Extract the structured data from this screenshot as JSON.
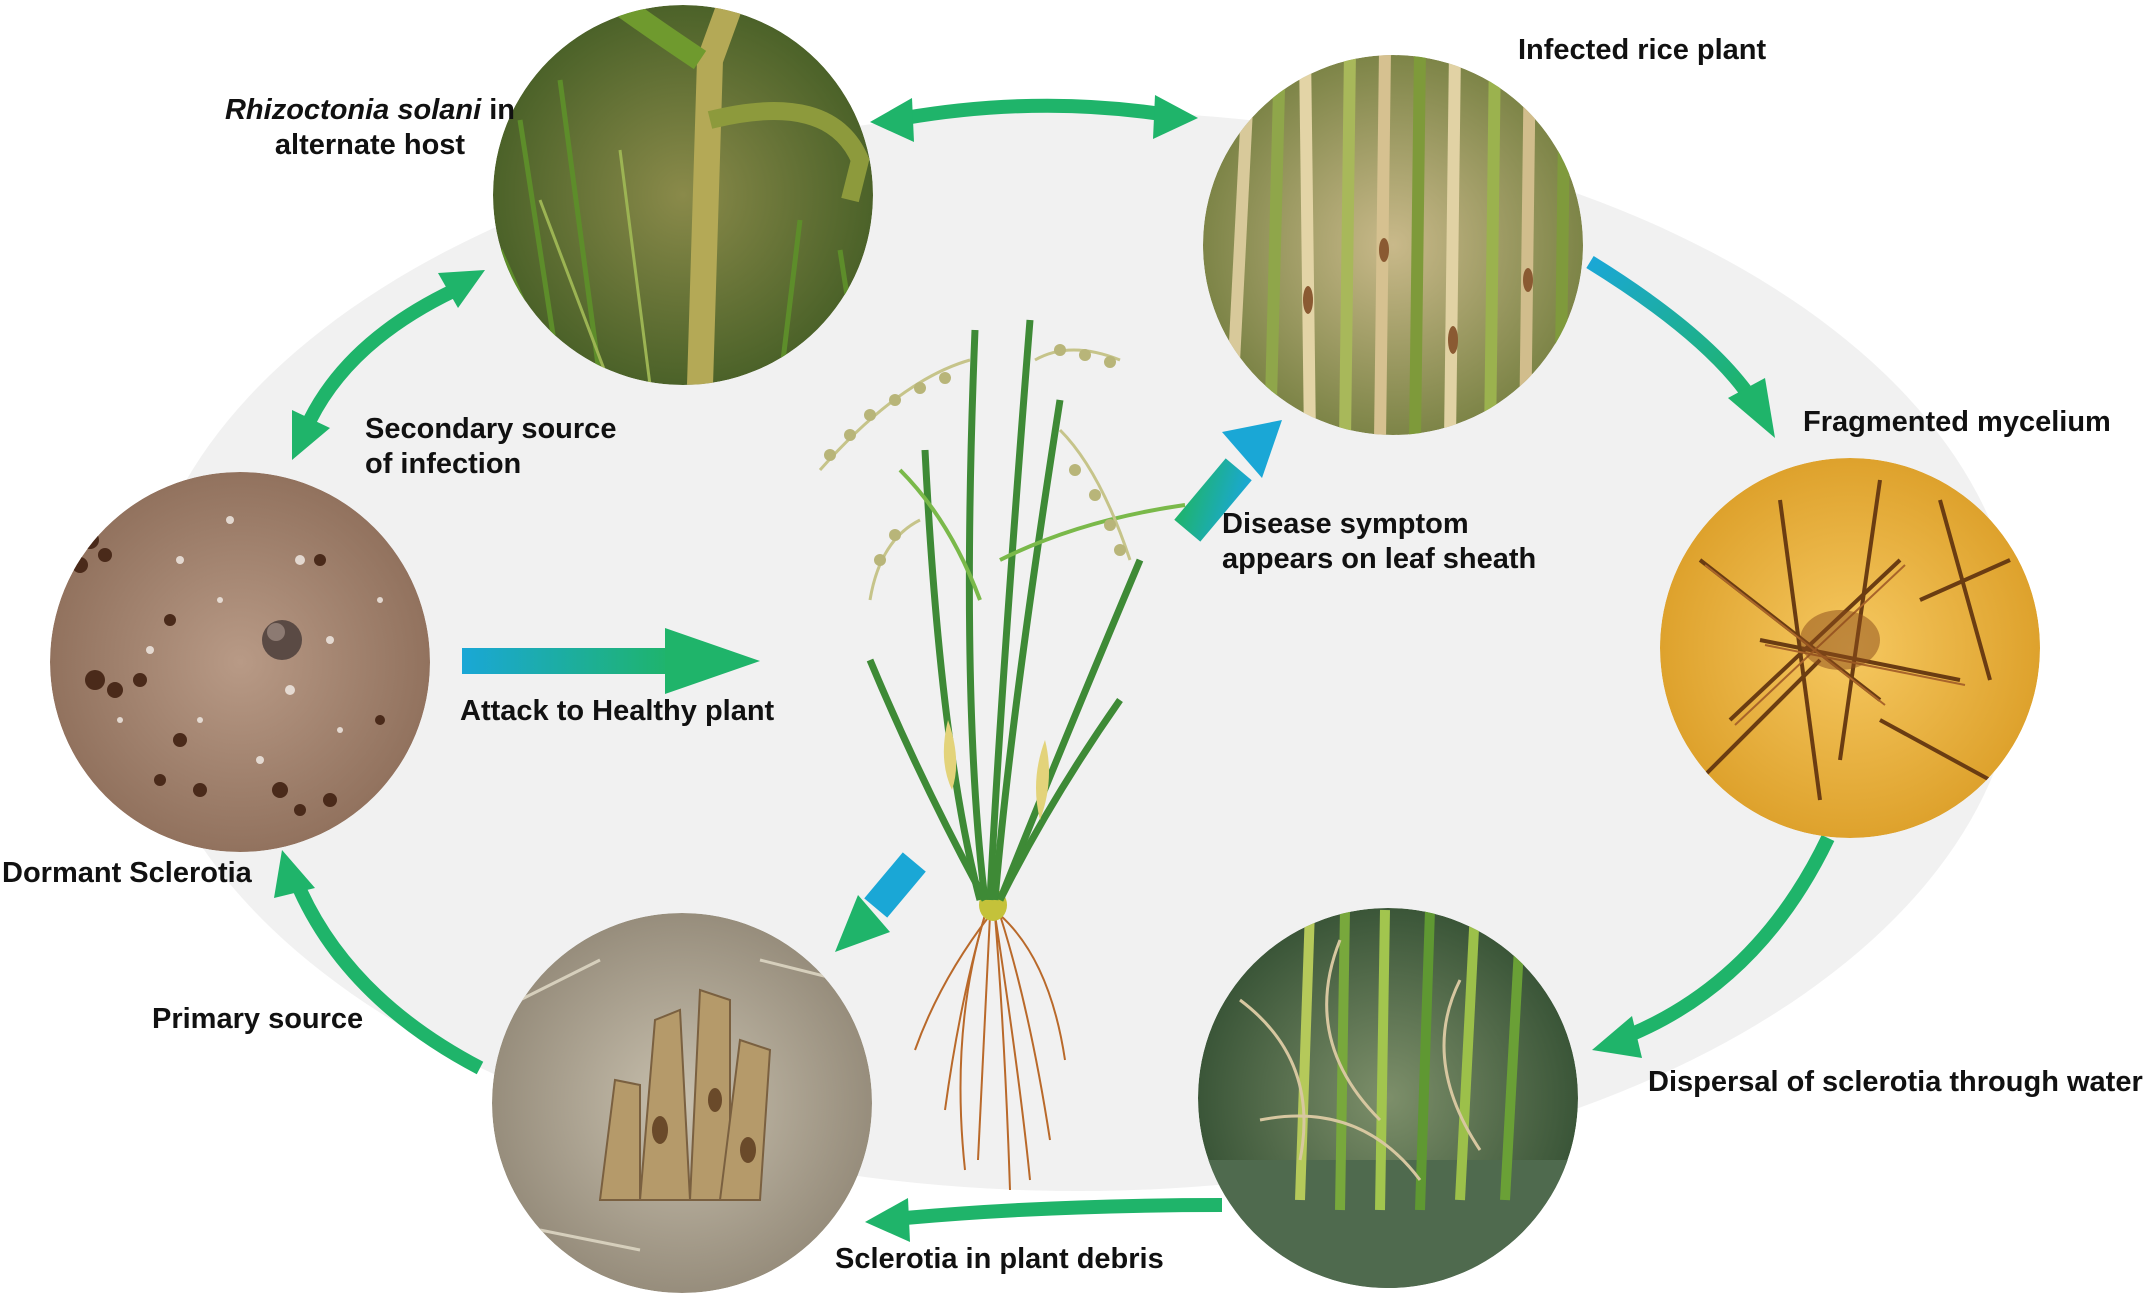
{
  "stages": {
    "alternate_host": {
      "label_italic": "Rhizoctonia solani",
      "label_rest": " in",
      "label_line2": "alternate host"
    },
    "infected_plant": {
      "label": "Infected rice plant"
    },
    "fragmented_mycelium": {
      "label": "Fragmented mycelium"
    },
    "dispersal": {
      "label": "Dispersal of sclerotia through water"
    },
    "debris": {
      "label": "Sclerotia in plant debris"
    },
    "dormant": {
      "label": "Dormant Sclerotia"
    }
  },
  "annotations": {
    "secondary_source_line1": "Secondary source",
    "secondary_source_line2": "of infection",
    "attack": "Attack to Healthy plant",
    "symptom_line1": "Disease symptom",
    "symptom_line2": "appears  on leaf sheath",
    "primary_source": "Primary source"
  },
  "colors": {
    "cycle_arrow": "#1fb46a",
    "gradient_start": "#1aa7d6",
    "gradient_end": "#1fb46a",
    "background_ellipse": "#f1f1f1"
  }
}
